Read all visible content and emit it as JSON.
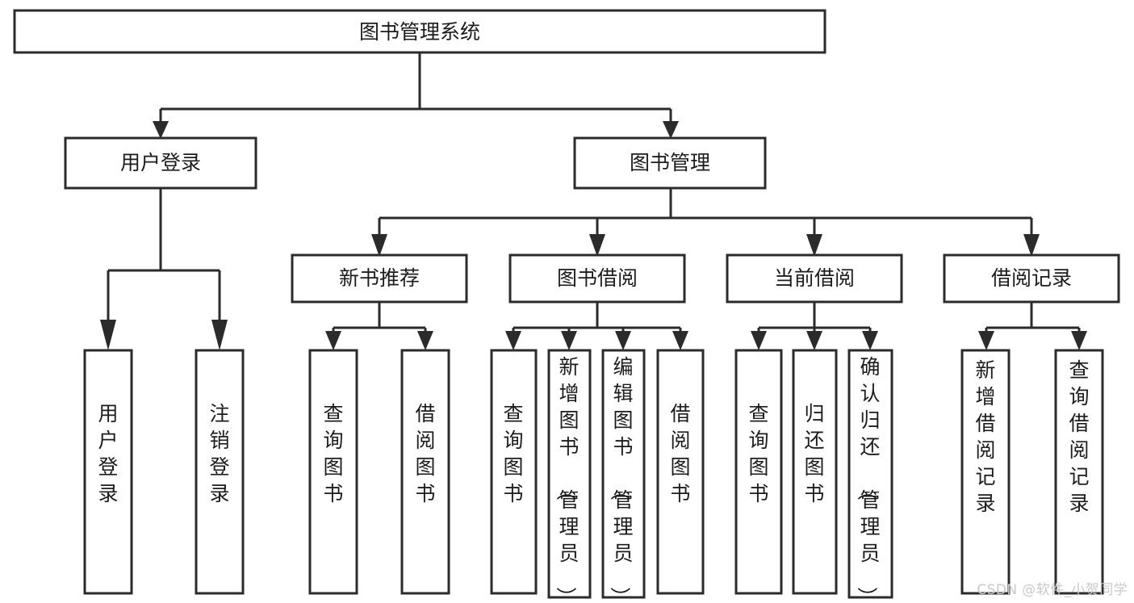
{
  "diagram": {
    "type": "tree",
    "title": "图书管理系统",
    "watermark": "CSDN @软件_小贺同学",
    "colors": {
      "stroke": "#2b2b2b",
      "fill": "#ffffff",
      "text": "#1c1c1c",
      "watermark": "#c9c9c9",
      "background": "#ffffff"
    },
    "levels": {
      "root": "图书管理系统",
      "level2": [
        "用户登录",
        "图书管理"
      ],
      "level3": [
        "新书推荐",
        "图书借阅",
        "当前借阅",
        "借阅记录"
      ]
    },
    "nodes": {
      "root": {
        "label": "图书管理系统",
        "orientation": "horizontal"
      },
      "user_login": {
        "label": "用户登录",
        "orientation": "horizontal"
      },
      "book_manage": {
        "label": "图书管理",
        "orientation": "horizontal"
      },
      "new_book_rec": {
        "label": "新书推荐",
        "orientation": "horizontal"
      },
      "book_borrow": {
        "label": "图书借阅",
        "orientation": "horizontal"
      },
      "current_borrow": {
        "label": "当前借阅",
        "orientation": "horizontal"
      },
      "borrow_record": {
        "label": "借阅记录",
        "orientation": "horizontal"
      },
      "leaf_1": {
        "label": "用户登录",
        "orientation": "vertical",
        "parent": "用户登录"
      },
      "leaf_2": {
        "label": "注销登录",
        "orientation": "vertical",
        "parent": "用户登录"
      },
      "leaf_3": {
        "label": "查询图书",
        "orientation": "vertical",
        "parent": "新书推荐"
      },
      "leaf_4": {
        "label": "借阅图书",
        "orientation": "vertical",
        "parent": "新书推荐"
      },
      "leaf_5": {
        "label": "查询图书",
        "orientation": "vertical",
        "parent": "图书借阅"
      },
      "leaf_6": {
        "label": "新增图书（管理员）",
        "orientation": "vertical",
        "parent": "图书借阅"
      },
      "leaf_7": {
        "label": "编辑图书（管理员）",
        "orientation": "vertical",
        "parent": "图书借阅"
      },
      "leaf_8": {
        "label": "借阅图书",
        "orientation": "vertical",
        "parent": "图书借阅"
      },
      "leaf_9": {
        "label": "查询图书",
        "orientation": "vertical",
        "parent": "当前借阅"
      },
      "leaf_10": {
        "label": "归还图书",
        "orientation": "vertical",
        "parent": "当前借阅"
      },
      "leaf_11": {
        "label": "确认归还（管理员）",
        "orientation": "vertical",
        "parent": "当前借阅"
      },
      "leaf_12": {
        "label": "新增借阅记录",
        "orientation": "vertical",
        "parent": "借阅记录"
      },
      "leaf_13": {
        "label": "查询借阅记录",
        "orientation": "vertical",
        "parent": "借阅记录"
      }
    }
  }
}
